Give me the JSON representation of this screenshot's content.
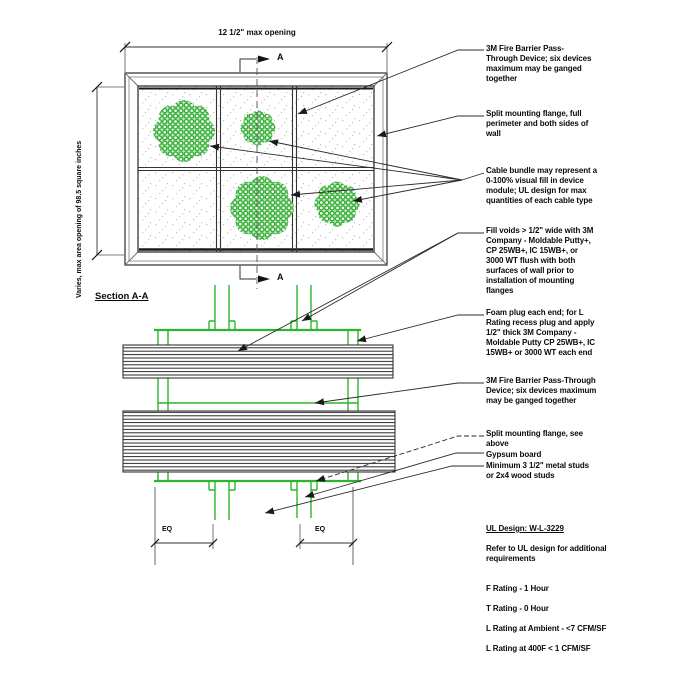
{
  "plan": {
    "dim_top_label": "12 1/2\" max opening",
    "dim_left_label": "Varies, max area opening of 98.5 square inches",
    "section_marker_top": "A",
    "section_marker_bottom": "A"
  },
  "section": {
    "title": "Section A-A",
    "eq_left": "EQ",
    "eq_right": "EQ"
  },
  "annotations": [
    {
      "name": "pass-through-device-plan",
      "text": "3M Fire Barrier Pass-\nThrough Device; six devices\nmaximum may be ganged\ntogether"
    },
    {
      "name": "split-mounting-flange-plan",
      "text": "Split mounting flange, full\nperimeter and both sides of\nwall"
    },
    {
      "name": "cable-bundle",
      "text": "Cable bundle may represent a\n0-100% visual fill in device\nmodule; UL design for max\nquantities of each cable type"
    },
    {
      "name": "fill-voids",
      "text": "Fill voids > 1/2\" wide with 3M\nCompany - Moldable Putty+,\nCP 25WB+, IC 15WB+, or\n3000 WT flush with both\nsurfaces of wall prior to\ninstallation of mounting\nflanges"
    },
    {
      "name": "foam-plug",
      "text": "Foam plug each end; for L\nRating recess plug and apply\n1/2\" thick 3M Company -\nMoldable Putty CP 25WB+, IC\n15WB+ or 3000 WT each end"
    },
    {
      "name": "pass-through-device-section",
      "text": "3M Fire Barrier Pass-Through\nDevice; six devices maximum\nmay be ganged together"
    },
    {
      "name": "split-mounting-flange-section",
      "text": "Split mounting flange, see\nabove"
    },
    {
      "name": "gypsum-board",
      "text": "Gypsum board"
    },
    {
      "name": "metal-studs",
      "text": "Minimum 3 1/2\" metal studs\nor 2x4 wood studs"
    }
  ],
  "ul_block": {
    "design": "UL Design: W-L-3229",
    "refer": "Refer to UL design for additional\nrequirements",
    "ratings": [
      "F Rating - 1 Hour",
      "T Rating - 0 Hour",
      "L Rating at Ambient - <7 CFM/SF",
      "L Rating at 400F < 1 CFM/SF"
    ]
  },
  "colors": {
    "device_green": "#2db52d",
    "line_dark": "#1a1a1a",
    "line_mid": "#333333"
  }
}
